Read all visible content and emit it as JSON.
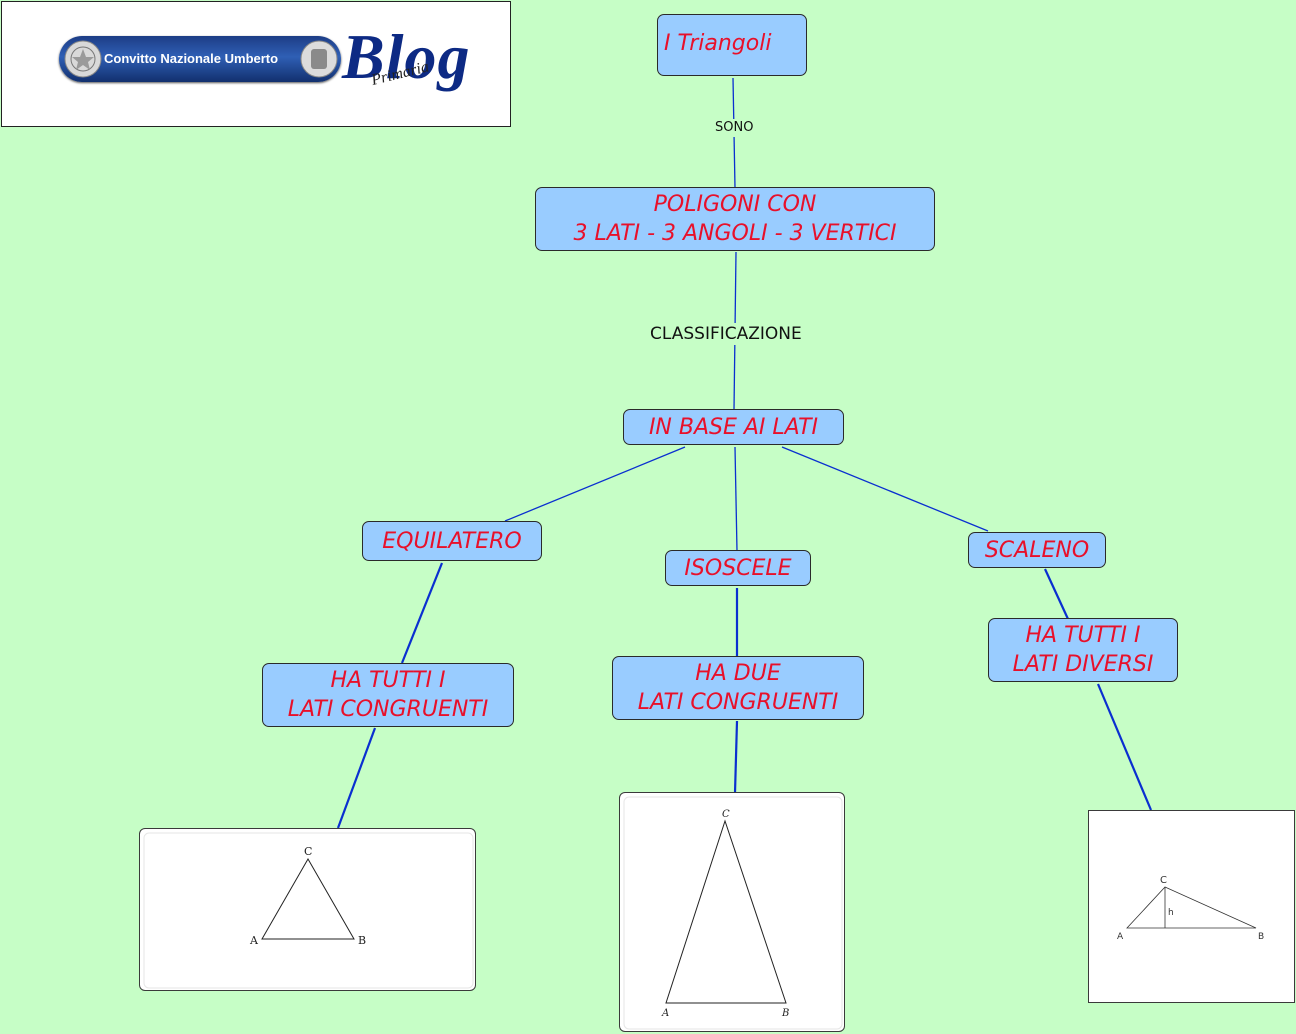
{
  "logo": {
    "text": "Convitto Nazionale Umberto",
    "blog": "Blog",
    "subtitle": "Primaria"
  },
  "nodes": {
    "root": "I Triangoli",
    "polygons": "POLIGONI CON\n3 LATI - 3 ANGOLI - 3 VERTICI",
    "by_sides": "IN BASE AI LATI",
    "equilateral": "EQUILATERO",
    "isosceles": "ISOSCELE",
    "scalene": "SCALENO",
    "equilateral_desc": "HA TUTTI I\nLATI CONGRUENTI",
    "isosceles_desc": "HA DUE\nLATI CONGRUENTI",
    "scalene_desc": "HA TUTTI I\nLATI DIVERSI"
  },
  "link_labels": {
    "are": "SONO",
    "classification": "CLASSIFICAZIONE"
  },
  "figures": {
    "equilateral": {
      "a": "A",
      "b": "B",
      "c": "C"
    },
    "isosceles": {
      "a": "A",
      "b": "B",
      "c": "C"
    },
    "scalene": {
      "a": "A",
      "b": "B",
      "c": "C",
      "h": "h"
    }
  },
  "colors": {
    "background": "#c6fec6",
    "node_fill": "#99ccff",
    "node_text": "#e8102a",
    "link": "#0a2fd0"
  }
}
